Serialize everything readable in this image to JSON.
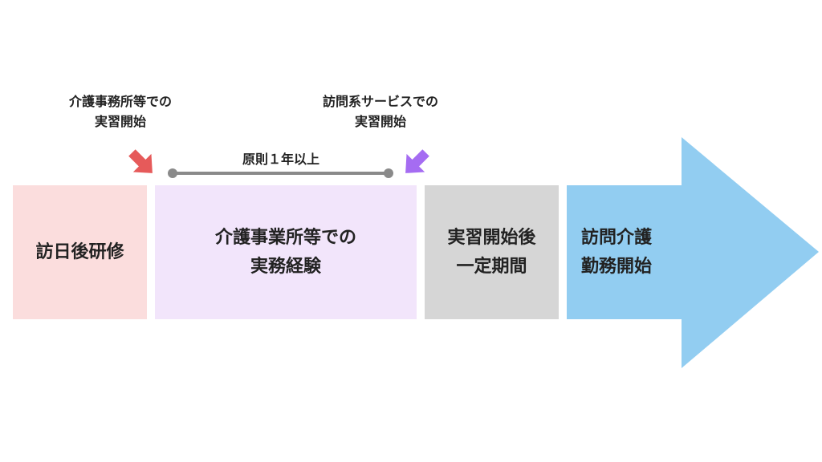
{
  "annotations": {
    "start_practice_office": {
      "line1": "介護事務所等での",
      "line2": "実習開始"
    },
    "start_practice_visit": {
      "line1": "訪問系サービスでの",
      "line2": "実習開始"
    },
    "duration_label": "原則１年以上"
  },
  "steps": [
    {
      "id": "post-visit-training",
      "line1": "訪日後研修",
      "line2": "",
      "color": "#fbdddd"
    },
    {
      "id": "care-office-experience",
      "line1": "介護事業所等での",
      "line2": "実務経験",
      "color": "#f2e5fb"
    },
    {
      "id": "fixed-period",
      "line1": "実習開始後",
      "line2": "一定期間",
      "color": "#d6d6d6"
    },
    {
      "id": "home-care-start",
      "line1": "訪問介護",
      "line2": "勤務開始",
      "color": "#92cdf1"
    }
  ],
  "pointer_colors": {
    "office": "#e65a5a",
    "visit": "#a56cf2"
  },
  "timeline_bar_color": "#8a8a8a"
}
